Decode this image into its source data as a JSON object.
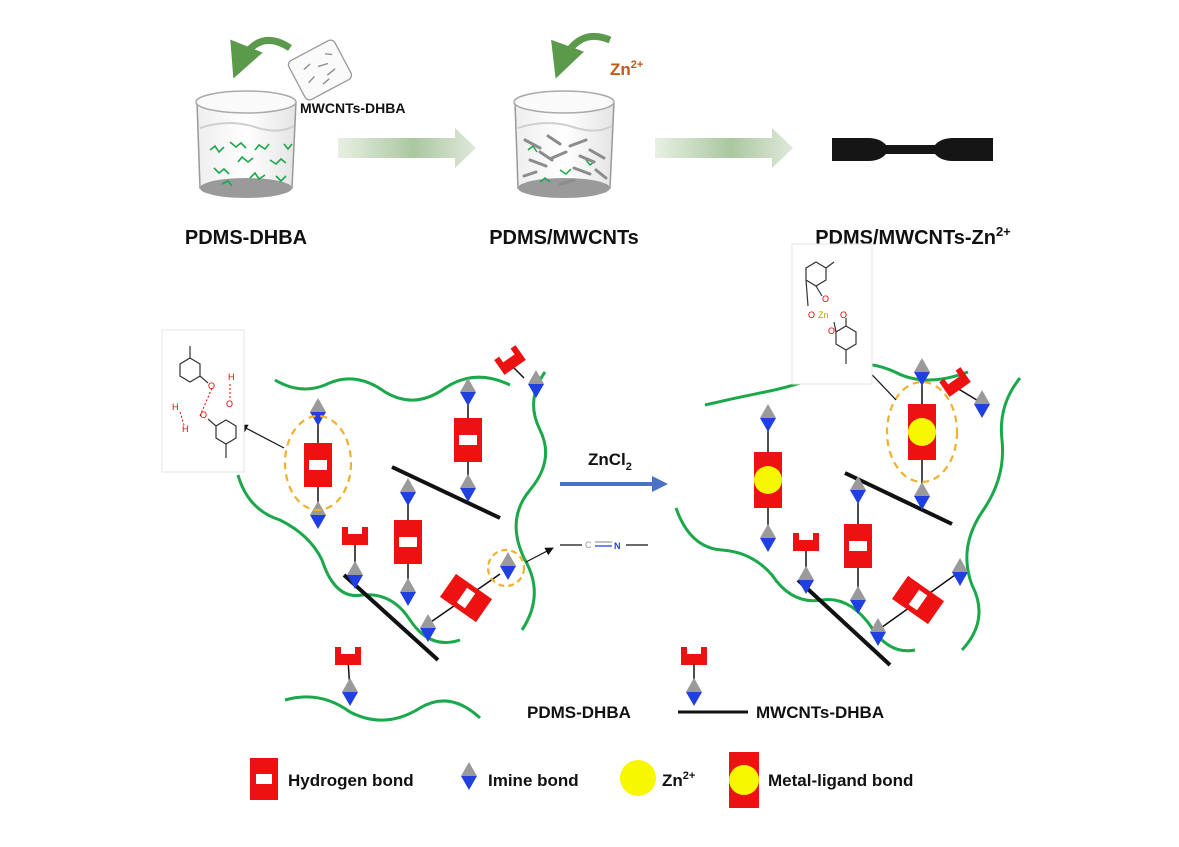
{
  "steps": [
    {
      "caption": "PDMS-DHBA"
    },
    {
      "caption": "PDMS/MWCNTs"
    },
    {
      "caption": "PDMS/MWCNTs-Zn",
      "sup": "2+"
    }
  ],
  "additions": {
    "step1_reagent": "MWCNTs-DHBA",
    "step2_reagent": "Zn",
    "step2_reagent_sup": "2+"
  },
  "reaction": {
    "reagent": "ZnCl",
    "reagent_sub": "2"
  },
  "imine_structure": {
    "c": "C",
    "n": "N"
  },
  "zn_structure": {
    "o": "O",
    "zn": "Zn"
  },
  "chain_labels": {
    "polymer": "PDMS-DHBA",
    "nanotube": "MWCNTs-DHBA"
  },
  "legend": [
    {
      "label": "Hydrogen bond",
      "icon": "hydrogen-bond-icon"
    },
    {
      "label": "Imine bond",
      "icon": "imine-bond-icon"
    },
    {
      "label": "Zn",
      "sup": "2+",
      "icon": "zn-ion-icon"
    },
    {
      "label": "Metal-ligand bond",
      "icon": "metal-ligand-bond-icon"
    }
  ],
  "colors": {
    "polymer_chain": "#1aa84a",
    "hydrogen_bond": "#ee1111",
    "zn_ion": "#f7f700",
    "imine_top": "#9a9a9a",
    "imine_bottom": "#1f3fe0",
    "highlight_circle": "#f0b030",
    "reaction_arrow": "#4a72c4",
    "zn_label": "#c2571a"
  }
}
